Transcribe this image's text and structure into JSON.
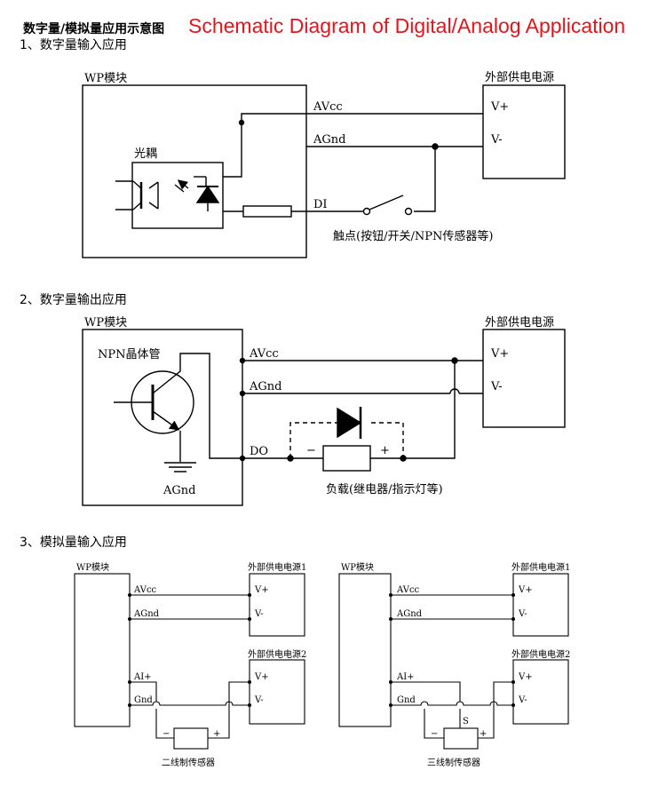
{
  "header": {
    "title_cn": "数字量/模拟量应用示意图",
    "title_en": "Schematic Diagram of Digital/Analog Application"
  },
  "sections": {
    "s1": "1、数字量输入应用",
    "s2": "2、数字量输出应用",
    "s3": "3、模拟量输入应用"
  },
  "d1": {
    "module": "WP模块",
    "supply": "外部供电电源",
    "vplus": "V+",
    "vminus": "V-",
    "avcc": "AVcc",
    "agnd": "AGnd",
    "di": "DI",
    "optocoupler": "光耦",
    "contact": "触点(按钮/开关/NPN传感器等)"
  },
  "d2": {
    "module": "WP模块",
    "supply": "外部供电电源",
    "vplus": "V+",
    "vminus": "V-",
    "avcc": "AVcc",
    "agnd": "AGnd",
    "do": "DO",
    "transistor": "NPN晶体管",
    "agnd_bottom": "AGnd",
    "minus": "−",
    "plus": "+",
    "load": "负载(继电器/指示灯等)"
  },
  "d3a": {
    "module": "WP模块",
    "supply1": "外部供电电源1",
    "supply2": "外部供电电源2",
    "vplus1": "V+",
    "vminus1": "V-",
    "vplus2": "V+",
    "vminus2": "V-",
    "avcc": "AVcc",
    "agnd": "AGnd",
    "aiplus": "AI+",
    "gnd": "Gnd",
    "minus": "−",
    "plus": "+",
    "sensor": "二线制传感器"
  },
  "d3b": {
    "module": "WP模块",
    "supply1": "外部供电电源1",
    "supply2": "外部供电电源2",
    "vplus1": "V+",
    "vminus1": "V-",
    "vplus2": "V+",
    "vminus2": "V-",
    "avcc": "AVcc",
    "agnd": "AGnd",
    "aiplus": "AI+",
    "gnd": "Gnd",
    "minus": "−",
    "plus": "+",
    "s": "S",
    "sensor": "三线制传感器"
  }
}
